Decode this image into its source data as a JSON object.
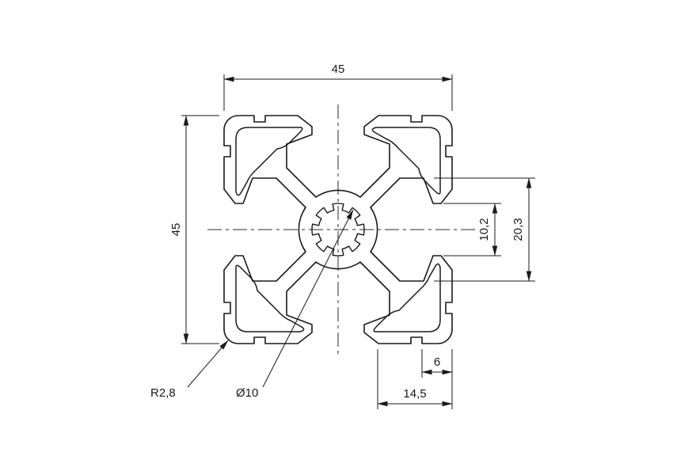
{
  "drawing": {
    "dimensions": {
      "width": "45",
      "height": "45",
      "slot_opening": "10,2",
      "slot_channel": "20,3",
      "edge_notch": "6",
      "slot_depth": "14,5"
    },
    "labels": {
      "corner_radius": "R2,8",
      "center_bore": "Ø10"
    },
    "colors": {
      "line": "#1a1a1a",
      "background": "#ffffff"
    }
  }
}
